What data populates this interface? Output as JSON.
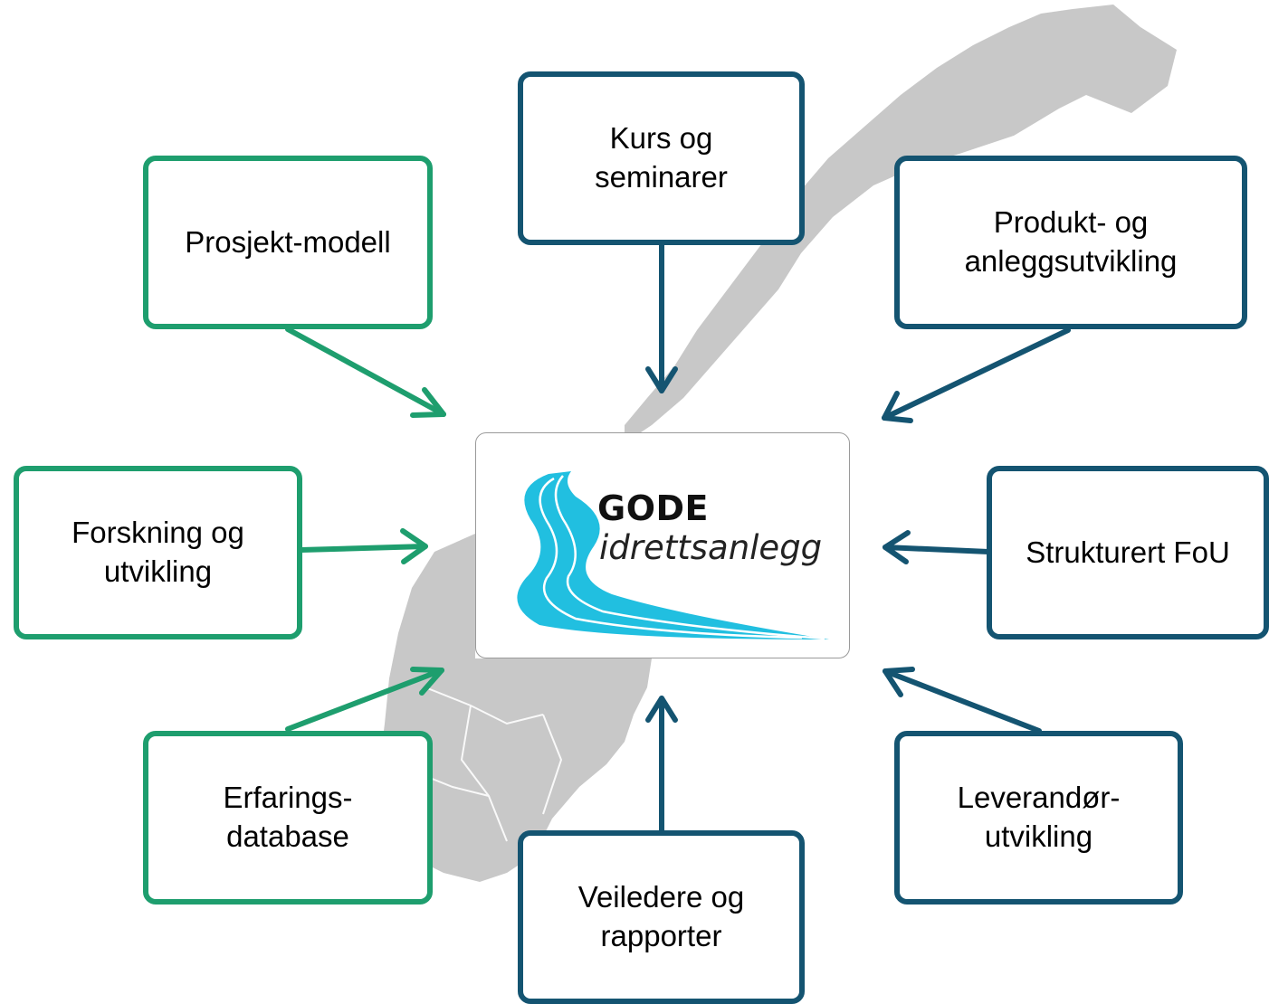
{
  "colors": {
    "green": "#1e9e6e",
    "blue": "#145471",
    "map": "#c8c8c8",
    "road": "#21bfe0"
  },
  "center": {
    "logo_title": "GODE",
    "logo_subtitle": "idrettsanlegg"
  },
  "boxes": {
    "kurs": "Kurs og\nseminarer",
    "prosjekt": "Prosjekt-modell",
    "produkt": "Produkt- og\nanleggsutvikling",
    "forskning": "Forskning og\nutvikling",
    "strukturert": "Strukturert FoU",
    "erfarings": "Erfarings-\ndatabase",
    "veiledere": "Veiledere og\nrapporter",
    "leverandor": "Leverandør-\nutvikling"
  }
}
